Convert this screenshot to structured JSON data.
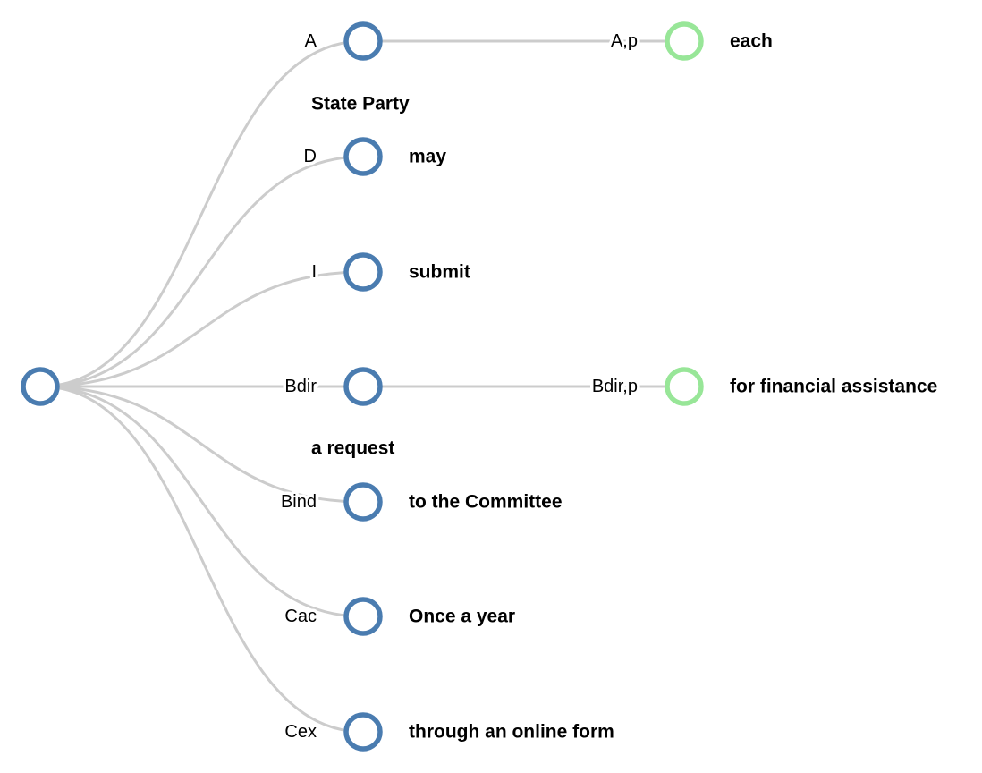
{
  "diagram": {
    "type": "institutional-grammar-parse-tree",
    "colors": {
      "node_stroke": "#4a7cb0",
      "property_node_stroke": "#98e698",
      "edge": "#cccccc",
      "text": "#000000"
    },
    "root": {
      "name": "statement-root"
    },
    "nodes": [
      {
        "edge_label": "A",
        "text": "State Party",
        "text_position": "below"
      },
      {
        "edge_label": "D",
        "text": "may",
        "text_position": "right"
      },
      {
        "edge_label": "I",
        "text": "submit",
        "text_position": "right"
      },
      {
        "edge_label": "Bdir",
        "text": "a request",
        "text_position": "below"
      },
      {
        "edge_label": "Bind",
        "text": "to the Committee",
        "text_position": "right"
      },
      {
        "edge_label": "Cac",
        "text": "Once a year",
        "text_position": "right"
      },
      {
        "edge_label": "Cex",
        "text": "through an online form",
        "text_position": "right"
      }
    ],
    "properties": [
      {
        "parent": "A",
        "edge_label": "A,p",
        "text": "each"
      },
      {
        "parent": "Bdir",
        "edge_label": "Bdir,p",
        "text": "for financial assistance"
      }
    ]
  }
}
